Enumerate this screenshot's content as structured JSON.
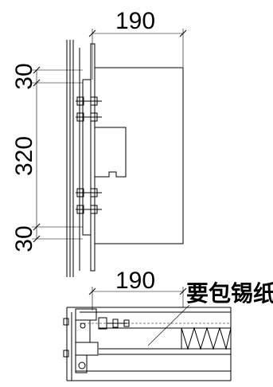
{
  "dimensions": {
    "top_width": "190",
    "top_gap": "30",
    "middle_gap": "320",
    "bottom_gap": "30",
    "lower_width": "190"
  },
  "annotation": {
    "label": "要包锡纸"
  }
}
